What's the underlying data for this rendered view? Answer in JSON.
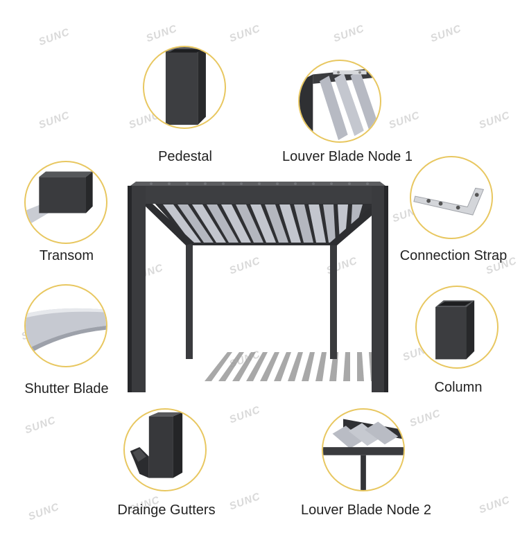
{
  "watermark_text": "SUNC",
  "colors": {
    "frame": "#3a3b3e",
    "blade": "#b9bcc4",
    "ring": "#e8c760"
  },
  "components": [
    {
      "id": "pedestal",
      "label": "Pedestal"
    },
    {
      "id": "louver-blade-node-1",
      "label": "Louver Blade Node 1"
    },
    {
      "id": "transom",
      "label": "Transom"
    },
    {
      "id": "connection-strap",
      "label": "Connection Strap"
    },
    {
      "id": "shutter-blade",
      "label": "Shutter Blade"
    },
    {
      "id": "column",
      "label": "Column"
    },
    {
      "id": "drainge-gutters",
      "label": "Drainge Gutters"
    },
    {
      "id": "louver-blade-node-2",
      "label": "Louver Blade Node 2"
    }
  ]
}
